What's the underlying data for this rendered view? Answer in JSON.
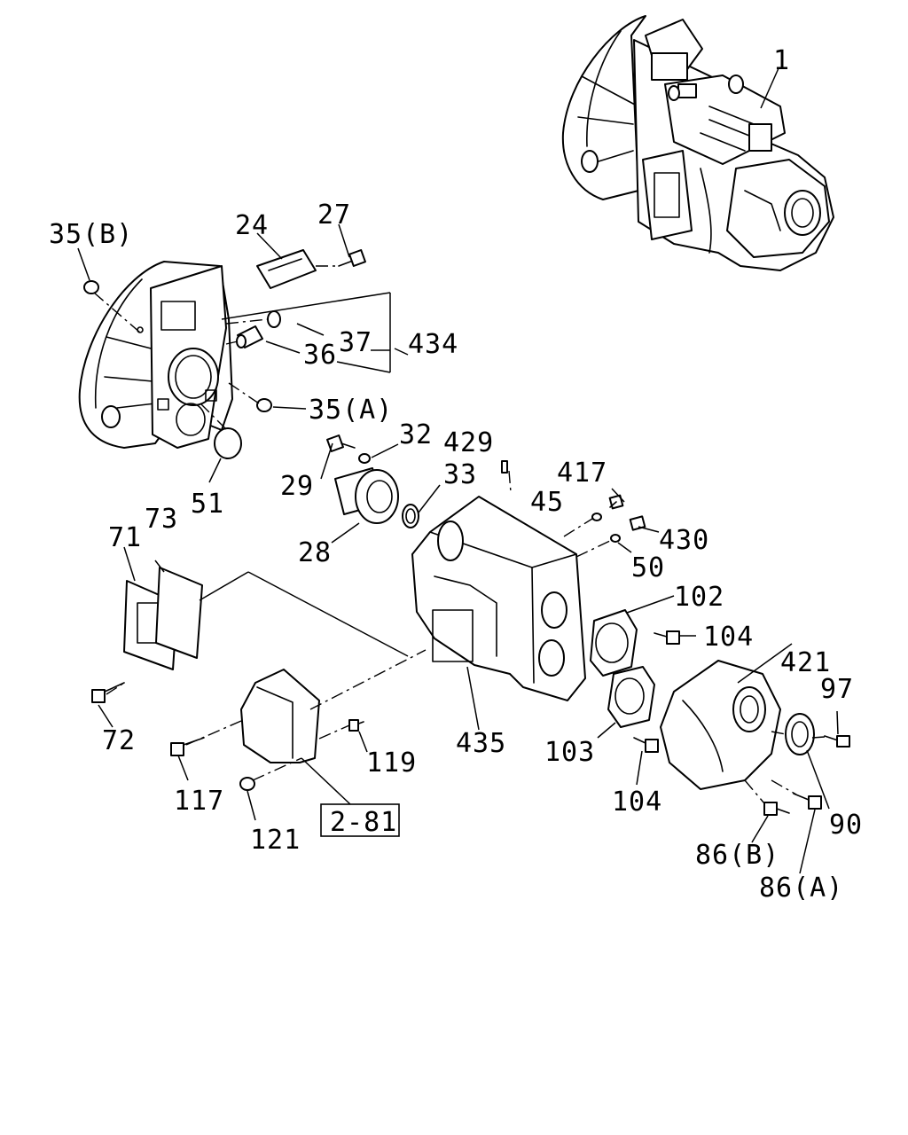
{
  "callouts": {
    "c1": "1",
    "c24": "24",
    "c27": "27",
    "c35b": "35(B)",
    "c434": "434",
    "c37": "37",
    "c36": "36",
    "c35a": "35(A)",
    "c51": "51",
    "c32": "32",
    "c429": "429",
    "c29": "29",
    "c33": "33",
    "c417": "417",
    "c45": "45",
    "c430": "430",
    "c28": "28",
    "c50": "50",
    "c73": "73",
    "c71": "71",
    "c102": "102",
    "c104a": "104",
    "c421": "421",
    "c97": "97",
    "c72": "72",
    "c435": "435",
    "c103": "103",
    "c119": "119",
    "c117": "117",
    "c104b": "104",
    "c90": "90",
    "c121": "121",
    "c86b": "86(B)",
    "c86a": "86(A)"
  },
  "reference_box": "2-81"
}
